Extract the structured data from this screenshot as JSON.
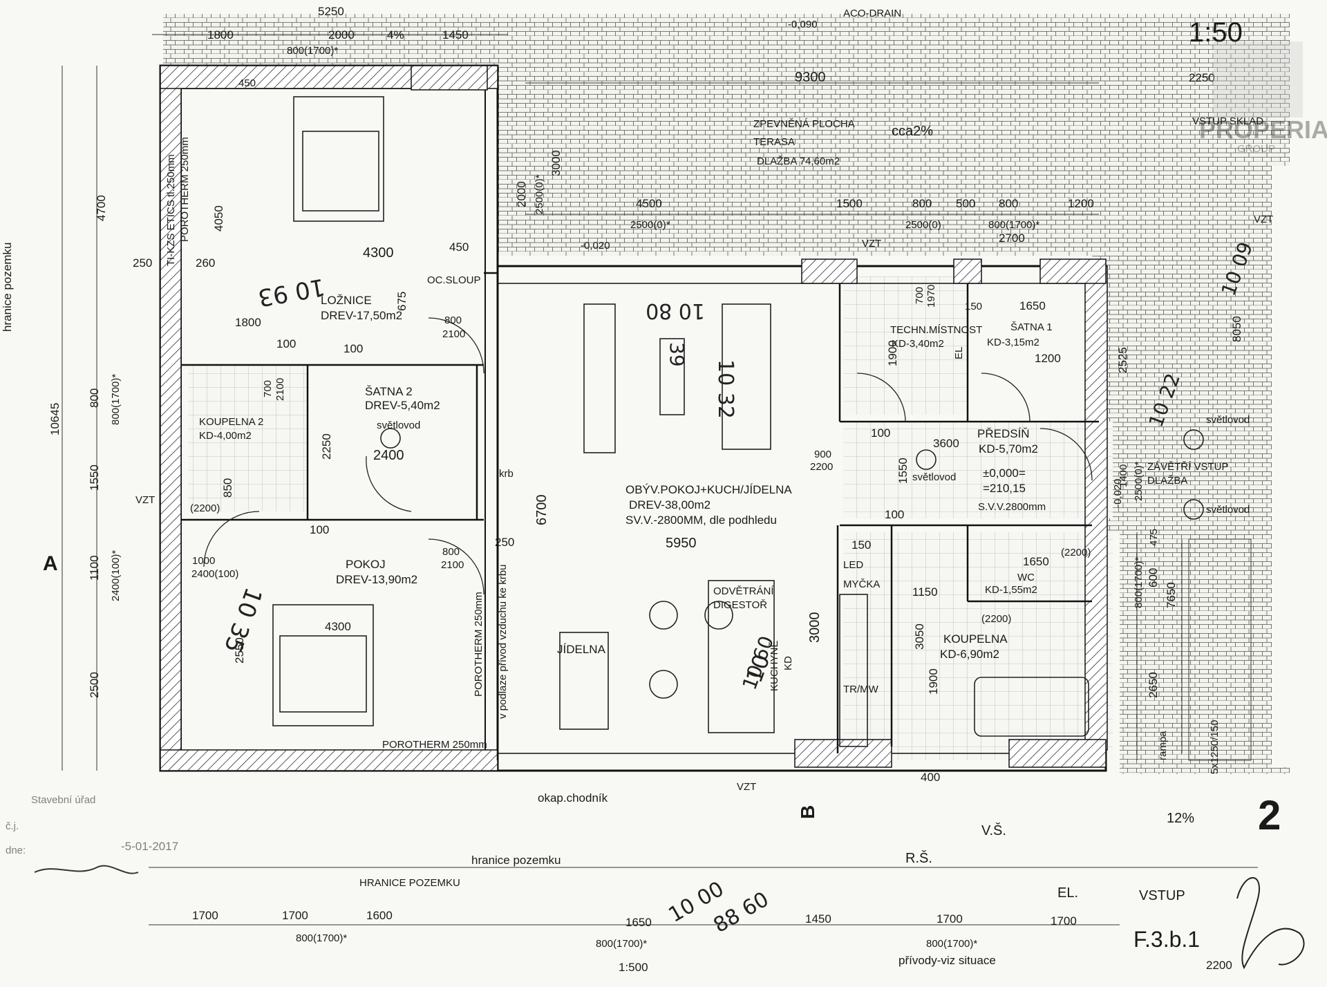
{
  "scale": "1:50",
  "watermark": {
    "text": "PROPERIA",
    "sub": "GROUP"
  },
  "sheet_number": "2",
  "drawing_code": "F.3.b.1",
  "top_labels": {
    "dim_5250": "5250",
    "dim_1800": "1800",
    "dim_2000": "2000",
    "slope_4": "4%",
    "dim_1450": "1450",
    "window_800_1700": "800(1700)*",
    "level_minus_0090": "-0,090",
    "aco_drain": "ACO-DRAIN",
    "dim_9300": "9300",
    "dim_2250": "2250",
    "vstup_sklad": "VSTUP SKLAD"
  },
  "terrace": {
    "line1": "ZPEVNĚNÁ PLOCHA",
    "line2": "TERASA",
    "line3": "DLAŽBA 74,60m2",
    "slope": "cca2%",
    "dim_3000": "3000",
    "dim_2500_0": "2500(0)*",
    "dim_2000": "2000",
    "dim_4500": "4500",
    "dim_2500_0b": "2500(0)*",
    "dim_1500": "1500",
    "dim_800a": "800",
    "dim_500": "500",
    "dim_800b": "800",
    "dim_1200": "1200",
    "dim_2500_0c": "2500(0)",
    "dim_800_1700": "800(1700)*",
    "dim_2700": "2700",
    "level_minus_0020": "-0,020",
    "vzt": "VZT"
  },
  "rooms": {
    "loznice": {
      "name": "LOŽNICE",
      "area": "DREV-17,50m2",
      "code": "10 93"
    },
    "satna2": {
      "name": "ŠATNA 2",
      "area": "DREV-5,40m2",
      "skylight": "světlovod"
    },
    "koupelna2": {
      "name": "KOUPELNA 2",
      "area": "KD-4,00m2"
    },
    "pokoj": {
      "name": "POKOJ",
      "area": "DREV-13,90m2",
      "code": "10 35"
    },
    "obyvaci": {
      "line1": "OBÝV.POKOJ+KUCH/JÍDELNA",
      "line2": "DREV-38,00m2",
      "line3": "SV.V.-2800MM, dle podhledu",
      "code1": "10 80",
      "code2": "10 32",
      "code3": "39"
    },
    "jidelna": {
      "name": "JÍDELNA"
    },
    "kuchyne": {
      "name": "KUCHYNĚ",
      "area": "KD",
      "hood": "ODVĚTRÁNÍ",
      "hood2": "DIGESTOŘ",
      "code": "10"
    },
    "tech": {
      "name": "TECHN.MÍSTNOST",
      "area": "KD-3,40m2",
      "el": "EL"
    },
    "satna1": {
      "name": "ŠATNA 1",
      "area": "KD-3,15m2"
    },
    "predsin": {
      "name": "PŘEDSÍŇ",
      "area": "KD-5,70m2",
      "skylight": "světlovod",
      "level": "±0,000=",
      "level2": "=210,15",
      "height": "S.V.V.2800mm"
    },
    "wc": {
      "name": "WC",
      "area": "KD-1,55m2"
    },
    "koupelna": {
      "name": "KOUPELNA",
      "area": "KD-6,90m2"
    },
    "zavetri": {
      "line1": "ZÁVĚTŘÍ VSTUP",
      "line2": "DLAŽBA",
      "skylight1": "světlovod",
      "skylight2": "světlovod"
    }
  },
  "labels": {
    "oc_sloup": "OC.SLOUP",
    "krb": "krb",
    "vzt_left": "VZT",
    "porotherm_bottom": "POROTHERM 250mm",
    "porotherm_vert": "POROTHERM 250mm",
    "ti_kzs": "TI-KZS ETICS tl.250mm",
    "porotherm_left": "POROTHERM 250mm",
    "air_supply": "v podlaze přívod vzduchu ke krbu",
    "led": "LED",
    "mycka": "MYČKA",
    "tr_mw": "TR/MW",
    "hranice_pozemku_left": "hranice pozemku",
    "okap": "okap.chodník",
    "vzt_bottom": "VZT",
    "hranice_pozemku": "hranice pozemku",
    "hranice_pozemku_caps": "HRANICE POZEMKU",
    "rs": "R.Š.",
    "vs": "V.Š.",
    "el": "EL.",
    "vstup": "VSTUP",
    "rampa": "rampa",
    "rampa_dim": "5x1250/150",
    "slope_12": "12%",
    "privody": "přívody-viz situace",
    "section_a": "A",
    "section_b": "B"
  },
  "dims_left": {
    "d10645": "10645",
    "d4700": "4700",
    "d4050": "4050",
    "d800": "800",
    "d800_1700": "800(1700)*",
    "d1550": "1550",
    "d1100": "1100",
    "d2400_100": "2400(100)*",
    "d2500": "2500"
  },
  "dims_inner": {
    "d4300": "4300",
    "d450a": "450",
    "d450b": "450",
    "d250": "250",
    "d260": "260",
    "d675": "675",
    "d1800": "1800",
    "d100a": "100",
    "d100b": "100",
    "d800_2100a": "800",
    "d2100a": "2100",
    "d700": "700",
    "d2100b": "2100",
    "d2250": "2250",
    "d2400": "2400",
    "d850": "850",
    "d2200": "(2200)",
    "d100c": "100",
    "d1000": "1000",
    "d2400_100": "2400(100)",
    "d800b": "800",
    "d2100c": "2100",
    "d250b": "250",
    "d4300b": "4300",
    "d2550": "2550",
    "d6700": "6700",
    "d5950": "5950",
    "d3000": "3000",
    "d150": "150",
    "d900": "900",
    "d2200b": "2200",
    "d100d": "100",
    "d3600": "3600",
    "d1550b": "1550",
    "d1900": "1900",
    "d700b": "700",
    "d1970": "1970",
    "d150b": "150",
    "d1650": "1650",
    "d1200b": "1200",
    "d100e": "100",
    "d1150": "1150",
    "d3050": "3050",
    "d1900b": "1900",
    "d2200c": "(2200)",
    "d1650b": "1650",
    "d2200d": "(2200)",
    "d400": "400",
    "d2525": "2525",
    "d8050": "8050",
    "d1400": "1400",
    "d2500_0": "2500(0)*",
    "d-0020": "-0,020",
    "d475": "475",
    "d600": "600",
    "d7650": "7650",
    "d800_1700r": "800(1700)*",
    "d2650": "2650"
  },
  "dims_bottom": {
    "b1700a": "1700",
    "b1700b": "1700",
    "b1600": "1600",
    "b1650": "1650",
    "b1450": "1450",
    "b1700c": "1700",
    "b1700d": "1700",
    "b800_1700a": "800(1700)*",
    "b800_1700b": "800(1700)*",
    "b800_1700c": "800(1700)*",
    "b2200": "2200",
    "b1500": "1:500"
  },
  "stamp": {
    "l1": "Stavební úřad",
    "l2": "č.j.",
    "l3": "dne:",
    "l4": "-5-01-2017"
  },
  "handwritten_codes": {
    "c1": "10 09",
    "c2": "10 22",
    "c3": "10 60",
    "c4": "10 00",
    "c5": "88 60"
  }
}
